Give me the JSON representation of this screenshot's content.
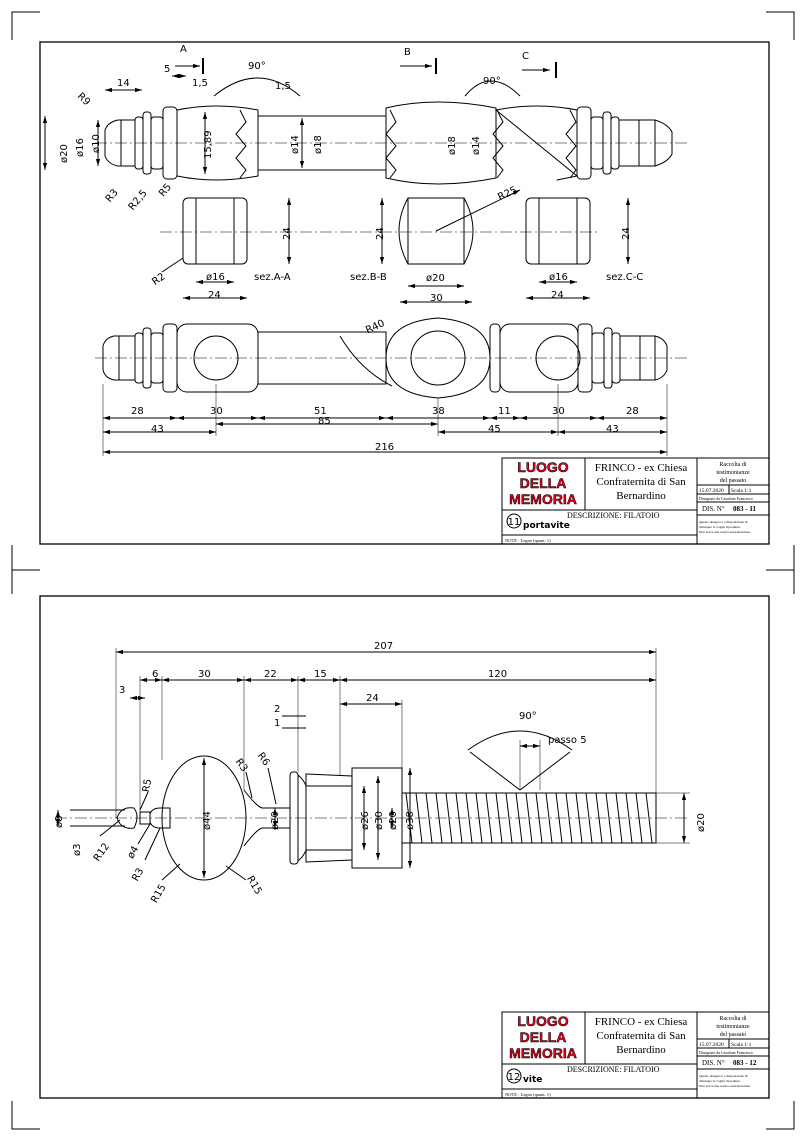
{
  "sheet1": {
    "section_markers": [
      "A",
      "B",
      "C"
    ],
    "dims_top": {
      "d14": "14",
      "d5": "5",
      "d1_5a": "1,5",
      "d90a": "90°",
      "d1_5b": "1,5",
      "d90b": "90°",
      "r9": "R9",
      "r3": "R3",
      "r2_5": "R2,5",
      "r5": "R5",
      "o20": "ø20",
      "o16": "ø16",
      "o10": "ø10",
      "d15_89": "15,89",
      "o14a": "ø14",
      "o18a": "ø18",
      "o18b": "ø18",
      "o14b": "ø14"
    },
    "sections": {
      "r2": "R2",
      "r25": "R25",
      "h24a": "24",
      "h24b": "24",
      "h24c": "24",
      "o16a": "ø16",
      "o20": "ø20",
      "o16b": "ø16",
      "w24a": "24",
      "w30": "30",
      "w24b": "24",
      "sez_a": "sez.A-A",
      "sez_b": "sez.B-B",
      "sez_c": "sez.C-C"
    },
    "front": {
      "r40": "R40",
      "seg": [
        "28",
        "30",
        "51",
        "38",
        "11",
        "30",
        "28"
      ],
      "row2": [
        "43",
        "85",
        "45",
        "43"
      ],
      "total": "216"
    },
    "title_block": {
      "logo": [
        "LUOGO",
        "DELLA",
        "MEMORIA"
      ],
      "project": [
        "FRINCO - ex Chiesa",
        "Confraternita di San",
        "Bernardino"
      ],
      "right_head": [
        "Raccolta di",
        "testimonianze",
        "del passato"
      ],
      "date": "15.07.2020",
      "scale": "Scala 1:1",
      "drawn_by": "Disegnato da Casalone Francesco",
      "dis_label": "DIS. N°",
      "dis_no": "083 - 11",
      "description": "DESCRIZIONE: FILATOIO",
      "number": "11",
      "part_name": "portavite",
      "note": "NOTE : Legno (quant. 1)",
      "disclaimer": [
        "Questo disegno è a disposizione di",
        "chiunque lo voglia riprodurre.",
        "Non serve una nostra autorizzazione."
      ]
    }
  },
  "sheet2": {
    "dims": {
      "total": "207",
      "d3": "3",
      "d6": "6",
      "d30": "30",
      "d22": "22",
      "d15": "15",
      "d120": "120",
      "d2": "2",
      "d1": "1",
      "d24": "24",
      "d90": "90°",
      "passo": "passo  5",
      "o8": "ø8",
      "o3": "ø3",
      "r12": "R12",
      "o4": "ø4",
      "r3a": "R3",
      "r5": "R5",
      "r15a": "R15",
      "r15b": "R15",
      "o44": "ø44",
      "r3b": "R3",
      "r6": "R6",
      "o20a": "ø20",
      "o26": "ø26",
      "o30": "ø30",
      "o20b": "ø20",
      "o38": "ø38",
      "o20c": "ø20"
    },
    "title_block": {
      "logo": [
        "LUOGO",
        "DELLA",
        "MEMORIA"
      ],
      "project": [
        "FRINCO - ex Chiesa",
        "Confraternita di San",
        "Bernardino"
      ],
      "right_head": [
        "Raccolta di",
        "testimonianze",
        "del passato"
      ],
      "date": "15.07.2020",
      "scale": "Scala 1:1",
      "drawn_by": "Disegnato da Casalone Francesco",
      "dis_label": "DIS. N°",
      "dis_no": "083 - 12",
      "description": "DESCRIZIONE: FILATOIO",
      "number": "12",
      "part_name": "vite",
      "note": "NOTE : Legno (quant. 1)",
      "disclaimer": [
        "Questo disegno è a disposizione di",
        "chiunque lo voglia riprodurre.",
        "Non serve una nostra autorizzazione."
      ]
    },
    "colors": {
      "logo": "#e8001c",
      "line": "#000000"
    }
  }
}
